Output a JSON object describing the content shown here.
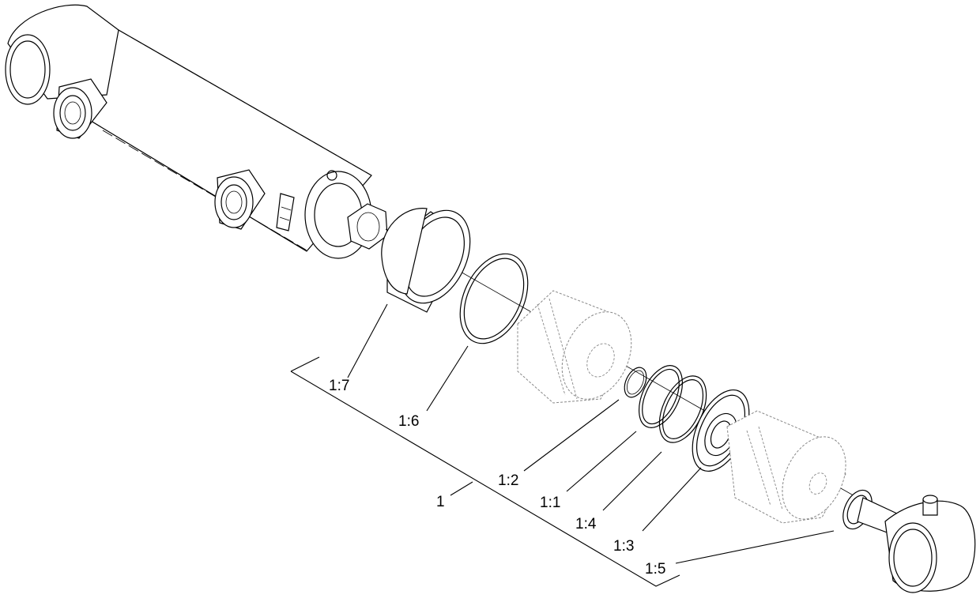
{
  "diagram": {
    "assembly_label": "1",
    "callouts": {
      "c17": "1:7",
      "c16": "1:6",
      "c12": "1:2",
      "c11": "1:1",
      "c14": "1:4",
      "c13": "1:3",
      "c15": "1:5"
    }
  }
}
